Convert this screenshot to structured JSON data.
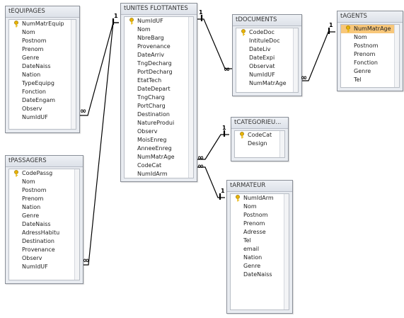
{
  "tables": {
    "equipages": {
      "title": "tEQUIPAGES",
      "fields": [
        "NumMatrEquip",
        "Nom",
        "Postnom",
        "Prenom",
        "Genre",
        "DateNaiss",
        "Nation",
        "TypeEquipg",
        "Fonction",
        "DateEngam",
        "Observ",
        "NumIdUF"
      ],
      "primary_key": "NumMatrEquip"
    },
    "passagers": {
      "title": "tPASSAGERS",
      "fields": [
        "CodePassg",
        "Nom",
        "Postnom",
        "Prenom",
        "Nation",
        "Genre",
        "DateNaiss",
        "AdressHabitu",
        "Destination",
        "Provenance",
        "Observ",
        "NumIdUF"
      ],
      "primary_key": "CodePassg"
    },
    "unites": {
      "title": "tUNITES FLOTTANTES",
      "fields": [
        "NumIdUF",
        "Nom",
        "NbreBarg",
        "Provenance",
        "DateArriv",
        "TngDecharg",
        "PortDecharg",
        "EtatTech",
        "DateDepart",
        "TngCharg",
        "PortCharg",
        "Destination",
        "NatureProdui",
        "Observ",
        "MoisEnreg",
        "AnneeEnreg",
        "NumMatrAge",
        "CodeCat",
        "NumIdArm"
      ],
      "primary_key": "NumIdUF"
    },
    "documents": {
      "title": "tDOCUMENTS",
      "fields": [
        "CodeDoc",
        "IntituleDoc",
        "DateLiv",
        "DateExpi",
        "Observat",
        "NumIdUF",
        "NumMatrAge"
      ],
      "primary_key": "CodeDoc"
    },
    "agents": {
      "title": "tAGENTS",
      "fields": [
        "NumMatrAge",
        "Nom",
        "Postnom",
        "Prenom",
        "Fonction",
        "Genre",
        "Tel"
      ],
      "primary_key": "NumMatrAge",
      "selected_field": "NumMatrAge"
    },
    "categorie": {
      "title": "tCATEGORIEU...",
      "fields": [
        "CodeCat",
        "Design"
      ],
      "primary_key": "CodeCat"
    },
    "armateur": {
      "title": "tARMATEUR",
      "fields": [
        "NumIdArm",
        "Nom",
        "Postnom",
        "Prenom",
        "Adresse",
        "Tel",
        "email",
        "Nation",
        "Genre",
        "DateNaiss"
      ],
      "primary_key": "NumIdArm"
    }
  },
  "relationship_labels": {
    "one": "1",
    "many": "∞"
  },
  "colors": {
    "selected_field": "#f8c77a",
    "key_icon": "#e8b300",
    "line": "#000000"
  },
  "icons": {
    "primary_key": "key-icon"
  }
}
